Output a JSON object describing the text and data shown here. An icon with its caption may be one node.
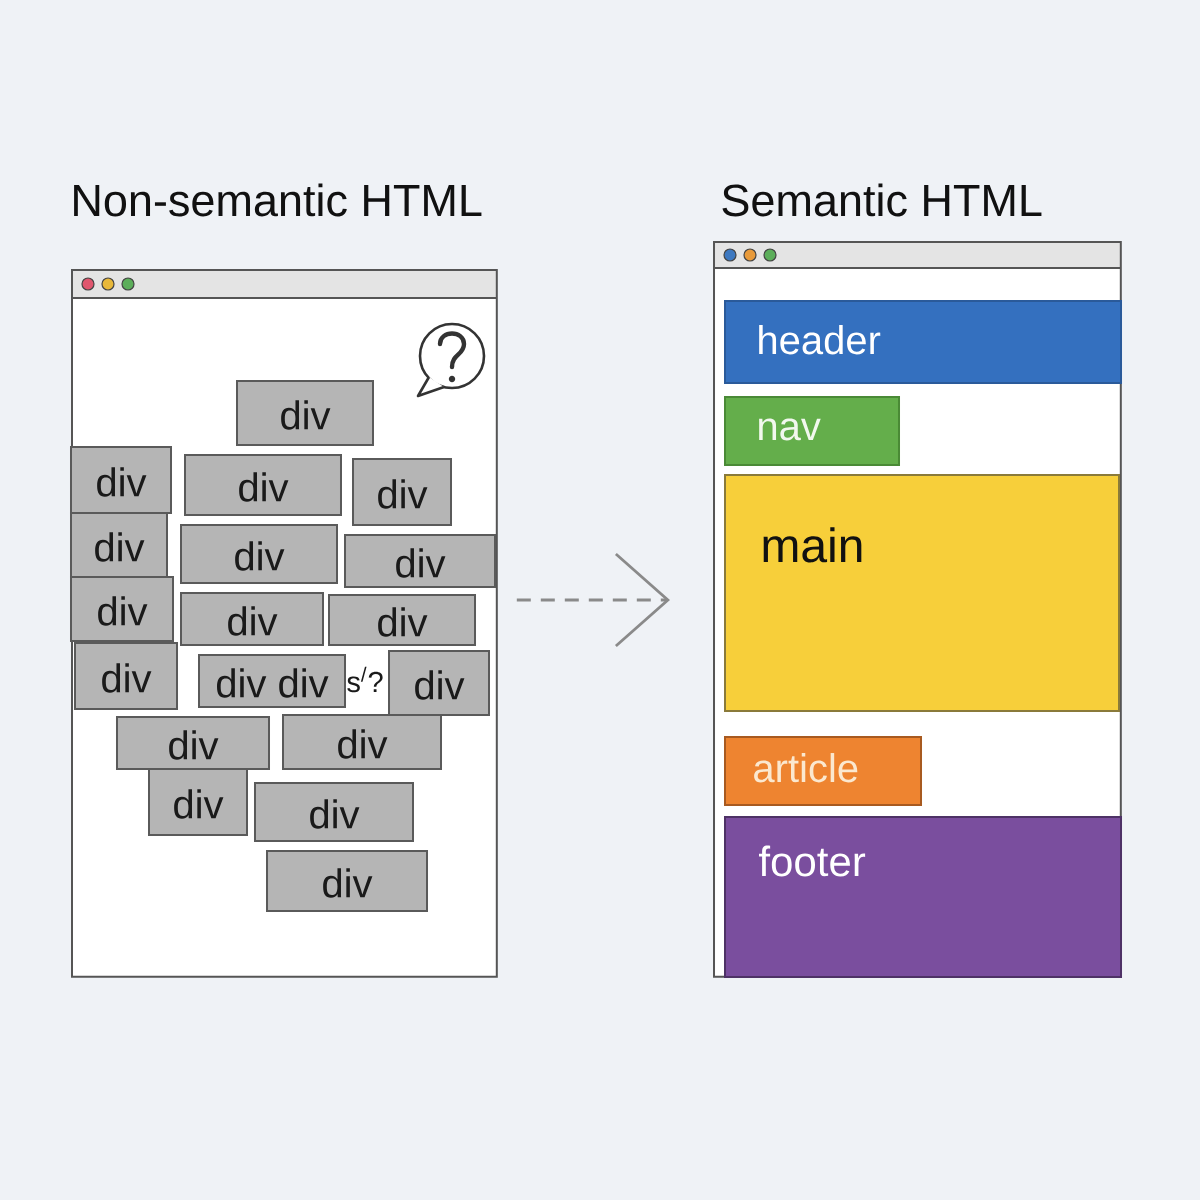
{
  "diagram": {
    "nodes": [
      {
        "text": [
          "Non-semantic HTML"
        ]
      },
      {
        "text": [
          "div"
        ],
        "in": 0
      },
      {
        "text": [
          "div"
        ],
        "in": 0
      },
      {
        "text": [
          "div"
        ],
        "in": 0
      },
      {
        "text": [
          "div"
        ],
        "in": 0
      },
      {
        "text": [
          "div"
        ],
        "in": 0
      },
      {
        "text": [
          "div"
        ],
        "in": 0
      },
      {
        "text": [
          "div"
        ],
        "in": 0
      },
      {
        "text": [
          "div"
        ],
        "in": 0
      },
      {
        "text": [
          "div"
        ],
        "in": 0
      },
      {
        "text": [
          "div"
        ],
        "in": 0
      },
      {
        "text": [
          "div"
        ],
        "in": 0
      },
      {
        "text": [
          "div div"
        ],
        "in": 0
      },
      {
        "text": [
          "div"
        ],
        "in": 0
      },
      {
        "text": [
          "div"
        ],
        "in": 0
      },
      {
        "text": [
          "div"
        ],
        "in": 0
      },
      {
        "text": [
          "div"
        ],
        "in": 0
      },
      {
        "text": [
          "div"
        ],
        "in": 0
      },
      {
        "text": [
          "div"
        ],
        "in": 0
      },
      {
        "text": [
          "Semantic HTML"
        ]
      },
      {
        "text": [
          "header"
        ],
        "in": 19
      },
      {
        "text": [
          "nav"
        ],
        "in": 19
      },
      {
        "text": [
          "main"
        ],
        "in": 19
      },
      {
        "text": [
          "article"
        ],
        "in": 19
      },
      {
        "text": [
          "footer"
        ],
        "in": 19
      }
    ],
    "edges": [
      {
        "from": 0,
        "to": 19,
        "arrow": "to",
        "style": "dashed"
      }
    ],
    "labels": [
      "s$^{/}$?"
    ]
  }
}
